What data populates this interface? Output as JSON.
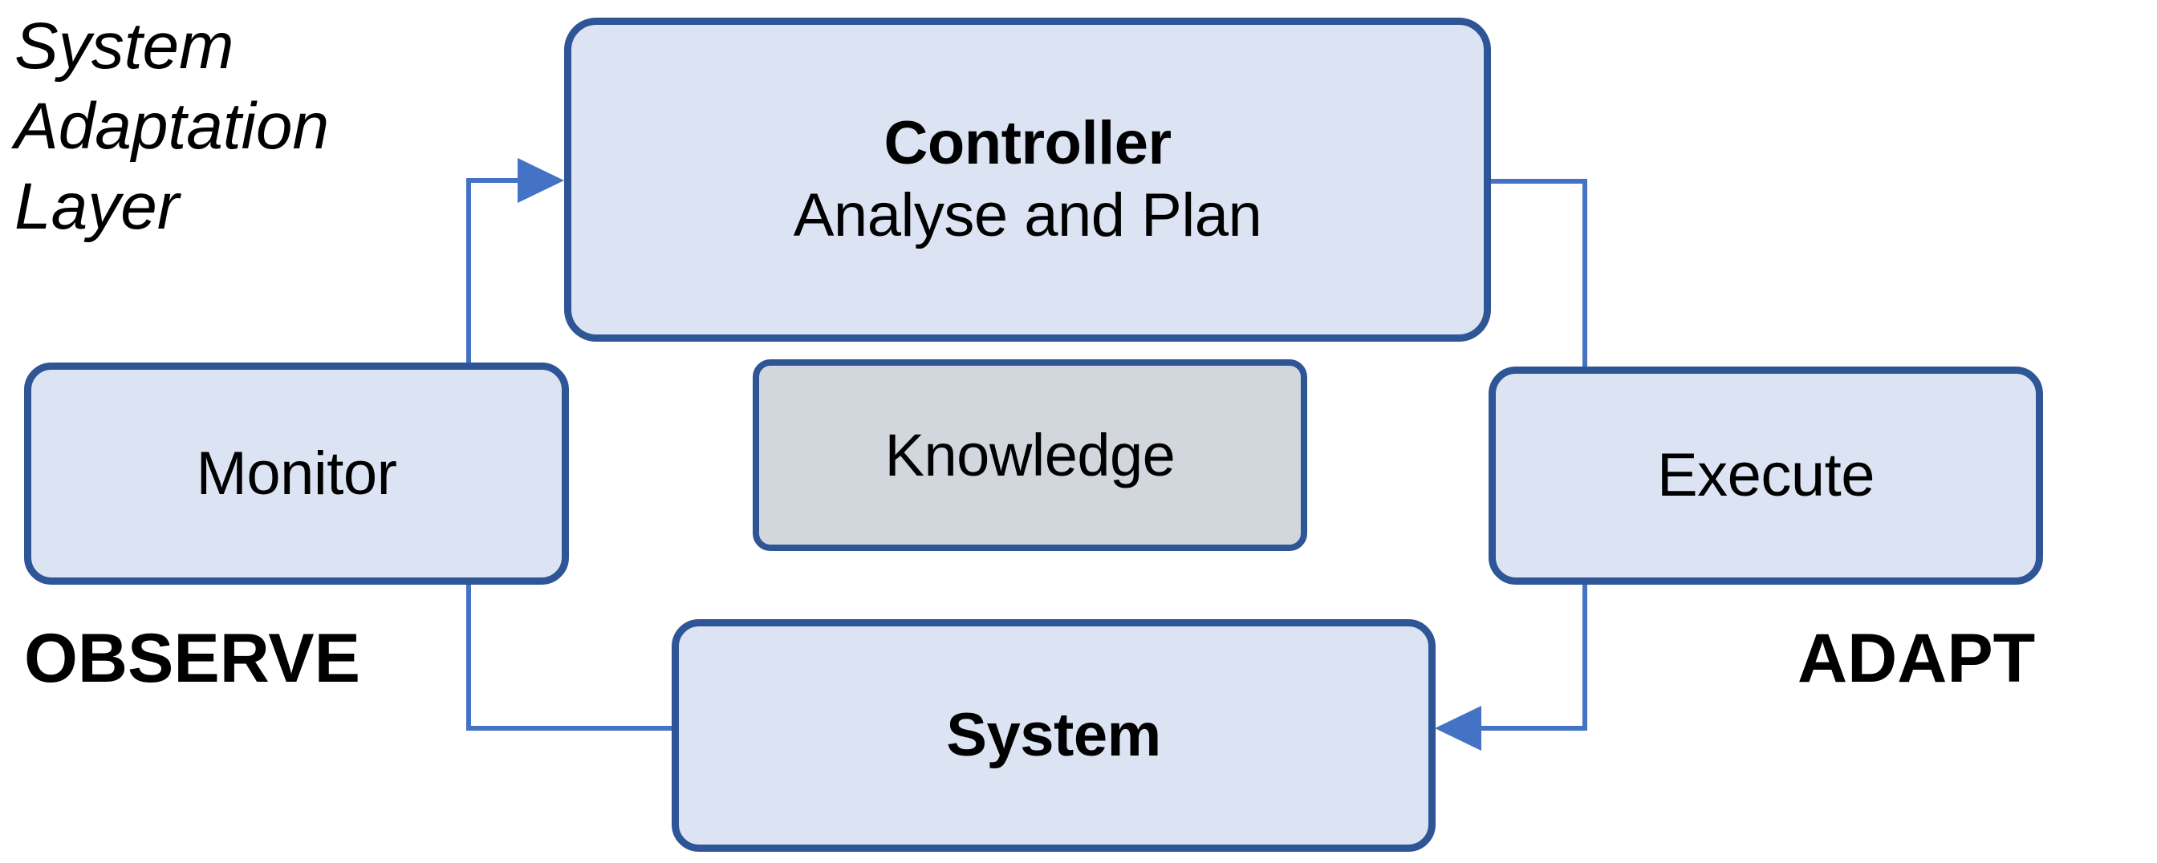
{
  "diagram": {
    "title_caption": "System\nAdaptation\nLayer",
    "palette": {
      "box_border": "#2E5596",
      "box_fill": "#DCE3F3",
      "knowledge_fill": "#D2D6DD",
      "connector": "#4472C4",
      "text": "#000000",
      "background": "#FFFFFF"
    },
    "side_labels": {
      "left": "OBSERVE",
      "right": "ADAPT"
    },
    "nodes": {
      "controller": {
        "title": "Controller",
        "subtitle": "Analyse and Plan"
      },
      "monitor": {
        "label": "Monitor"
      },
      "knowledge": {
        "label": "Knowledge"
      },
      "execute": {
        "label": "Execute"
      },
      "system": {
        "label": "System"
      }
    },
    "connectors": [
      {
        "name": "monitor-to-controller",
        "from": "Monitor",
        "to": "Controller",
        "arrowhead": "right"
      },
      {
        "name": "controller-to-execute",
        "from": "Controller",
        "to": "Execute",
        "arrowhead": "none"
      },
      {
        "name": "execute-to-system",
        "from": "Execute",
        "to": "System",
        "arrowhead": "left"
      },
      {
        "name": "system-to-monitor",
        "from": "System",
        "to": "Monitor",
        "arrowhead": "none"
      }
    ]
  }
}
